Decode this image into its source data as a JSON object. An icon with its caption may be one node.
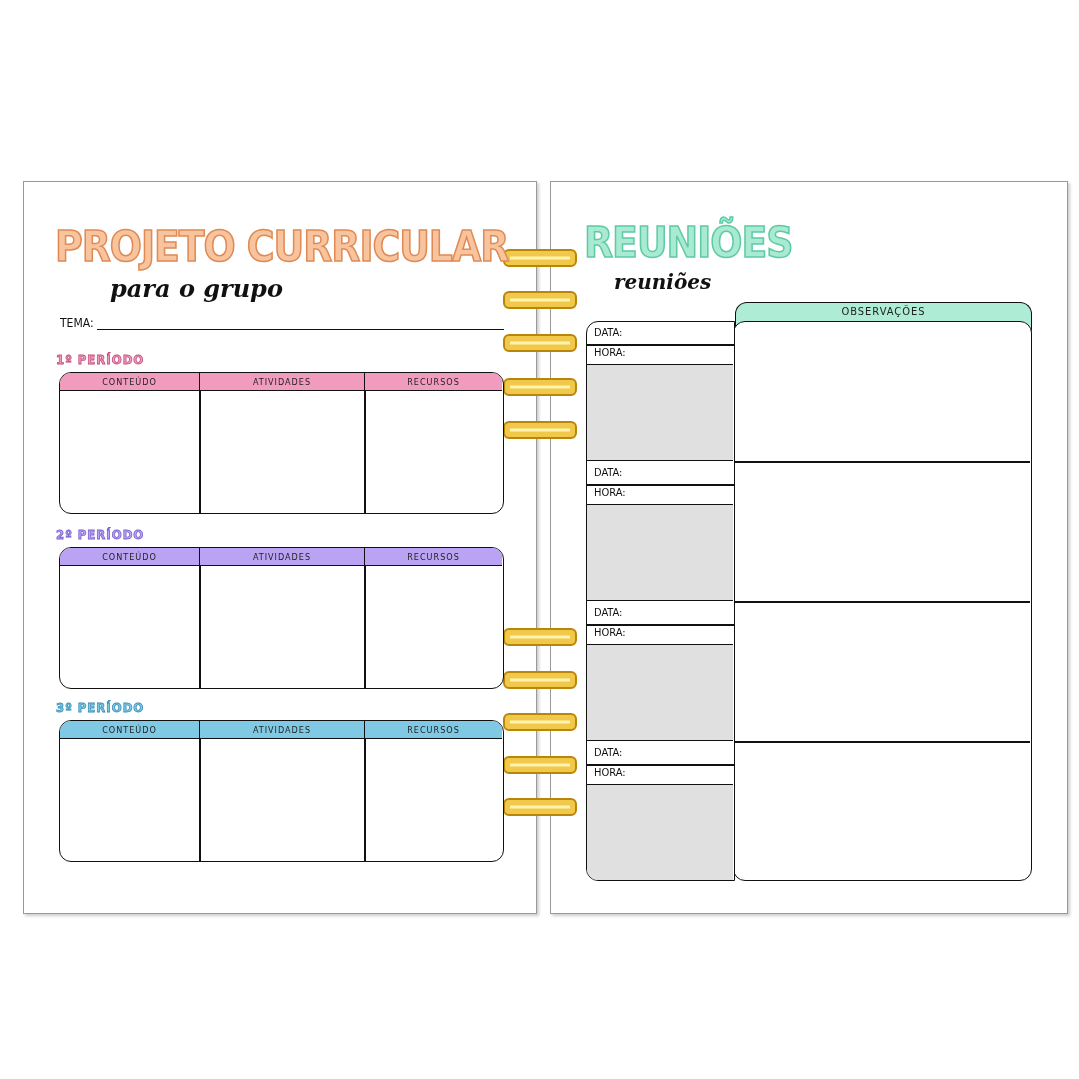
{
  "diagram": {
    "nodes": [
      {
        "text": [],
        "shape": "box"
      },
      {
        "text": [],
        "shape": "box"
      },
      {
        "text": [],
        "shape": "box"
      },
      {
        "text": [],
        "shape": "box"
      }
    ],
    "labels": [
      "PROJETO CURRICULAR",
      "para o grupo",
      "TEMA:",
      "1º PERÍODO",
      "CONTEÚDO",
      "ATIVIDADES",
      "RECURSOS",
      "2º PERÍODO",
      "CONTEÚDO",
      "ATIVIDADES",
      "RECURSOS",
      "3º PERÍODO",
      "CONTEÚDO",
      "ATIVIDADES",
      "RECURSOS",
      "REUNIÕES",
      "reuniões",
      "OBSERVAÇÕES",
      "DATA:",
      "HORA:",
      "DATA:",
      "HORA:",
      "DATA:",
      "HORA:",
      "DATA:",
      "HORA:"
    ]
  }
}
